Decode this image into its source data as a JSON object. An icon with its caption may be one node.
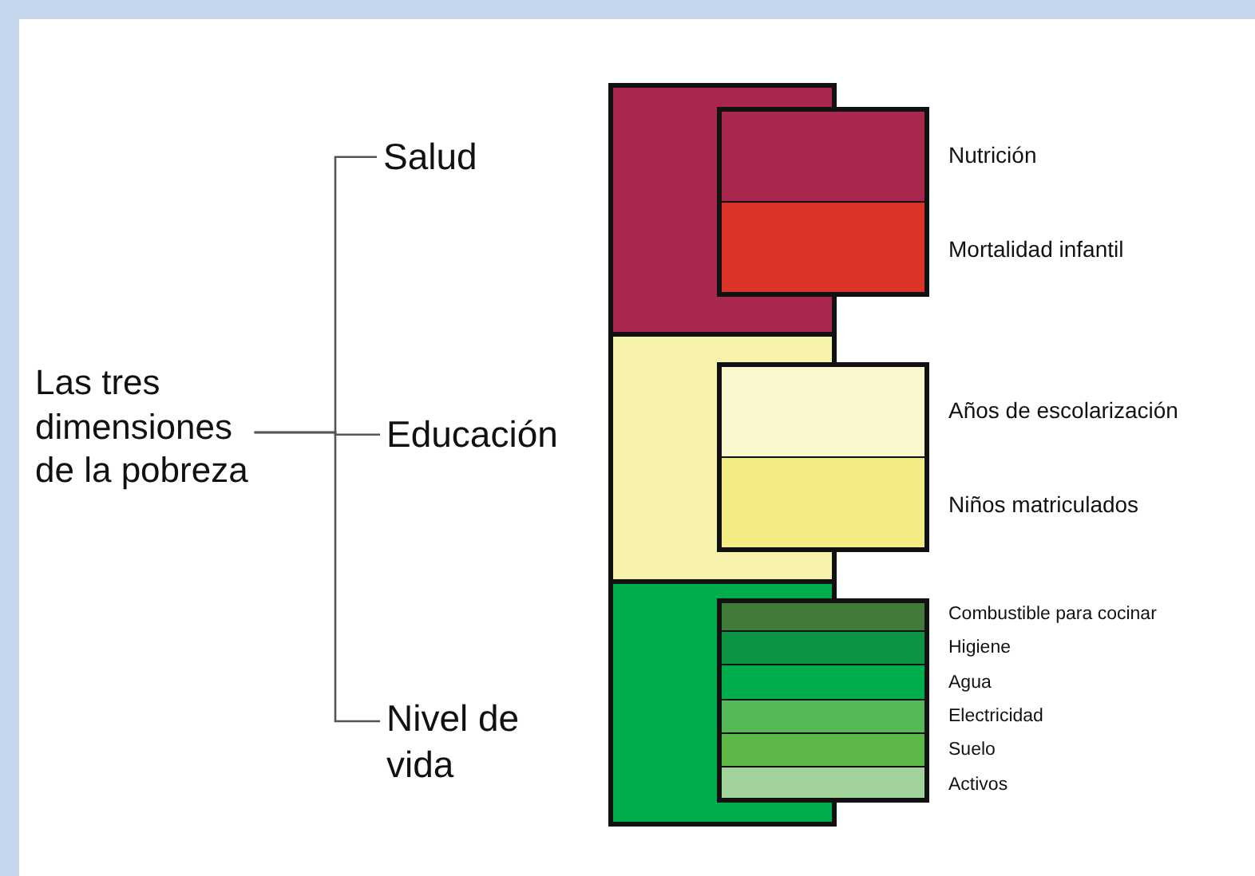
{
  "diagram": {
    "nodes": [
      {
        "text": [
          "Las tres dimensiones de la pobreza"
        ]
      },
      {
        "text": [
          "Salud"
        ]
      },
      {
        "text": [
          "Educación"
        ]
      },
      {
        "text": [
          "Nivel de vida"
        ]
      },
      {
        "text": [],
        "shape": "bar"
      },
      {
        "text": [],
        "shape": "bar"
      },
      {
        "text": [],
        "shape": "bar"
      },
      {
        "text": [
          "Nutrición"
        ]
      },
      {
        "text": [
          "Mortalidad infantil"
        ]
      },
      {
        "text": [
          "Años de escolarización"
        ]
      },
      {
        "text": [
          "Niños matriculados"
        ]
      },
      {
        "text": [
          "Combustible para cocinar"
        ]
      },
      {
        "text": [
          "Higiene"
        ]
      },
      {
        "text": [
          "Agua"
        ]
      },
      {
        "text": [
          "Electricidad"
        ]
      },
      {
        "text": [
          "Suelo"
        ]
      },
      {
        "text": [
          "Activos"
        ]
      }
    ],
    "edges": [
      {
        "from": 0,
        "to": 1,
        "arrow": "none"
      },
      {
        "from": 0,
        "to": 2,
        "arrow": "none"
      },
      {
        "from": 0,
        "to": 3,
        "arrow": "none"
      }
    ]
  }
}
